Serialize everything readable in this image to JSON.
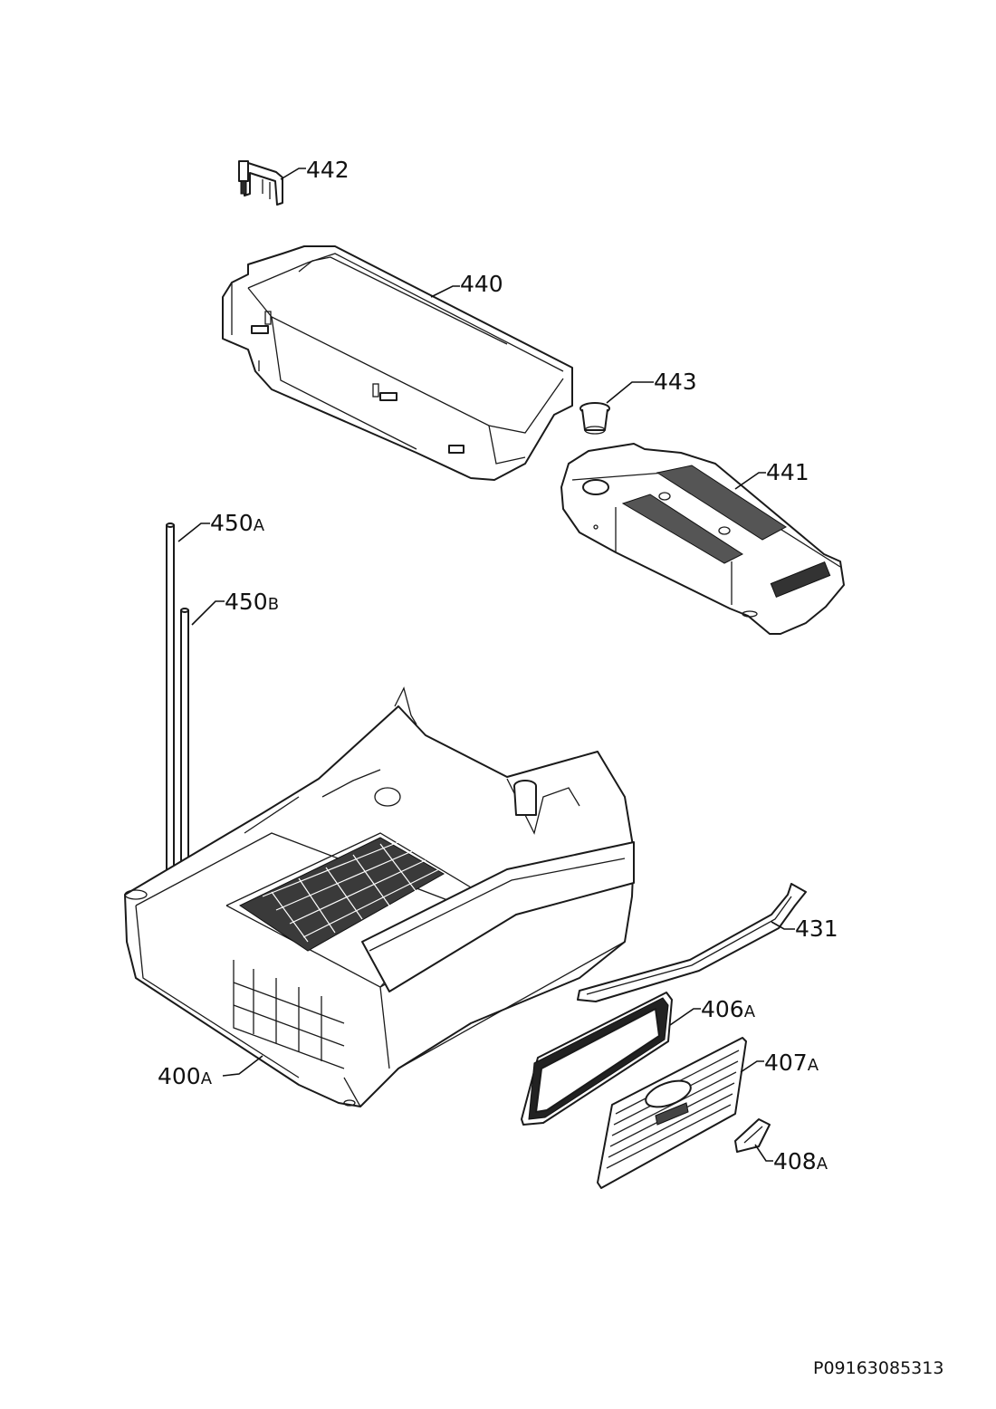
{
  "document_code": "P09163085313",
  "callouts": {
    "c442": {
      "number": "442",
      "suffix": ""
    },
    "c440": {
      "number": "440",
      "suffix": ""
    },
    "c443": {
      "number": "443",
      "suffix": ""
    },
    "c441": {
      "number": "441",
      "suffix": ""
    },
    "c450a": {
      "number": "450",
      "suffix": "A"
    },
    "c450b": {
      "number": "450",
      "suffix": "B"
    },
    "c431": {
      "number": "431",
      "suffix": ""
    },
    "c406a": {
      "number": "406",
      "suffix": "A"
    },
    "c407a": {
      "number": "407",
      "suffix": "A"
    },
    "c400a": {
      "number": "400",
      "suffix": "A"
    },
    "c408a": {
      "number": "408",
      "suffix": "A"
    }
  }
}
